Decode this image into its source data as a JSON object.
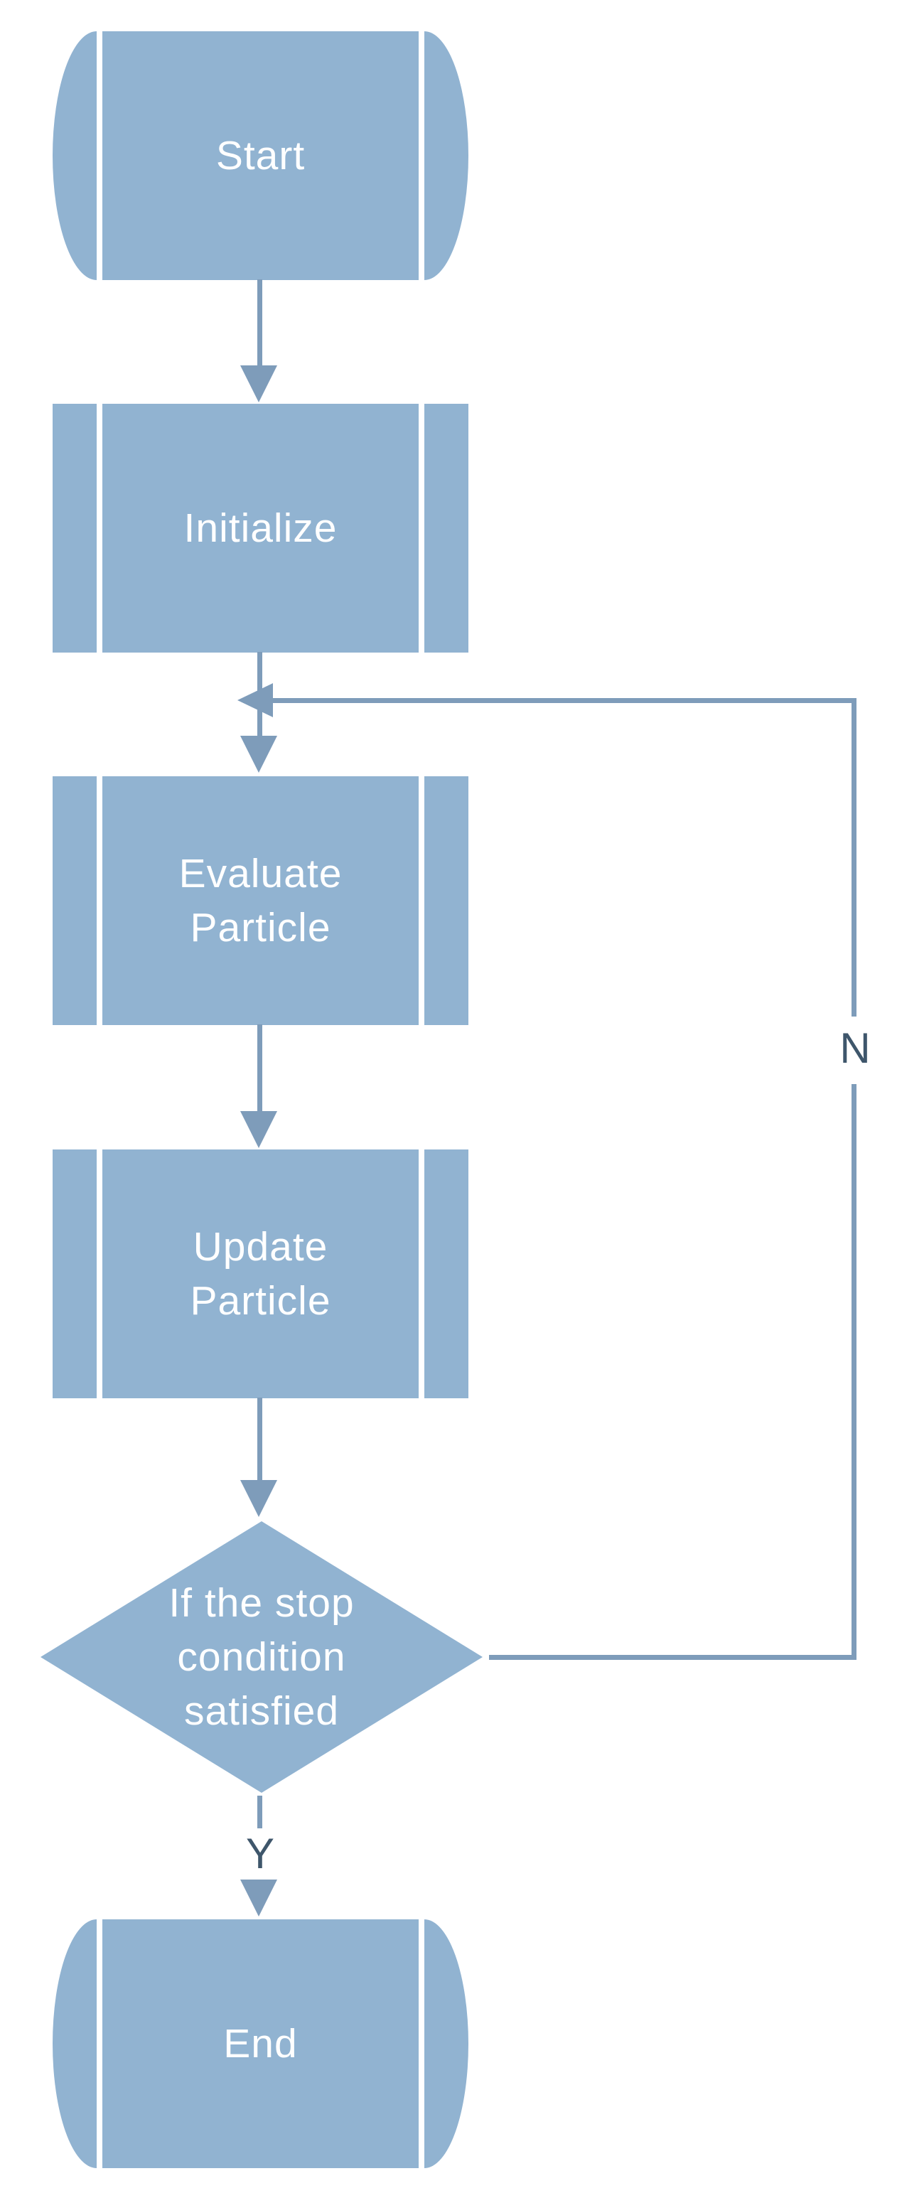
{
  "diagram": {
    "type": "flowchart",
    "nodes": {
      "start": {
        "label": "Start",
        "shape": "terminator"
      },
      "initialize": {
        "label": "Initialize",
        "shape": "predefined-process"
      },
      "evaluate": {
        "label": "Evaluate\nParticle",
        "shape": "predefined-process"
      },
      "update": {
        "label": "Update\nParticle",
        "shape": "predefined-process"
      },
      "decision": {
        "label": "If the stop\ncondition\nsatisfied",
        "shape": "decision"
      },
      "end": {
        "label": "End",
        "shape": "terminator"
      }
    },
    "edges": {
      "no_label": "N",
      "yes_label": "Y"
    },
    "colors": {
      "shape_fill": "#91B3D1",
      "connector": "#7E9CBA",
      "shape_text": "#FFFFFF",
      "edge_label_text": "#3E566B",
      "background": "#FFFFFF"
    }
  }
}
